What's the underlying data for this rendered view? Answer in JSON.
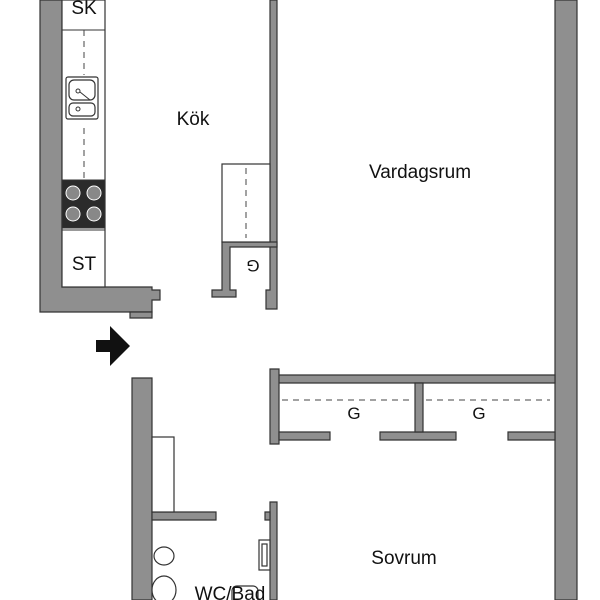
{
  "rooms": {
    "kitchen": "Kök",
    "living_room": "Vardagsrum",
    "bedroom": "Sovrum",
    "bathroom": "WC/Bad"
  },
  "fixtures": {
    "sk": "SK",
    "st": "ST",
    "g_kitchen": "G",
    "g_wardrobe_1": "G",
    "g_wardrobe_2": "G"
  },
  "colors": {
    "wall": "#8f8f8f",
    "outline": "#333333",
    "stove": "#2b2b2b",
    "background": "#ffffff"
  },
  "icons": {
    "entrance": "entrance-arrow-icon"
  }
}
